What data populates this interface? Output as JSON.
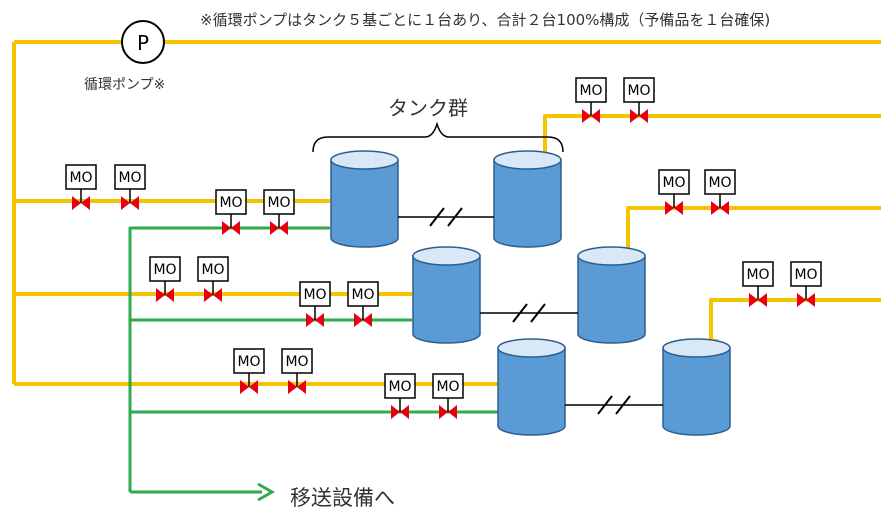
{
  "note": "※循環ポンプはタンク５基ごとに１台あり、合計２台100%構成（予備品を１台確保)",
  "pump": {
    "symbol": "P",
    "label": "循環ポンプ※"
  },
  "tank_group_label": "タンク群",
  "destination_label": "移送設備へ",
  "valve_label": "MO",
  "colors": {
    "circulation_line": "#f5c400",
    "transfer_line": "#2eaa4f",
    "valve": "#e60012",
    "tank_fill": "#5b9bd5",
    "tank_top": "#d9e8f7",
    "tank_outline": "#2e5e8e"
  }
}
